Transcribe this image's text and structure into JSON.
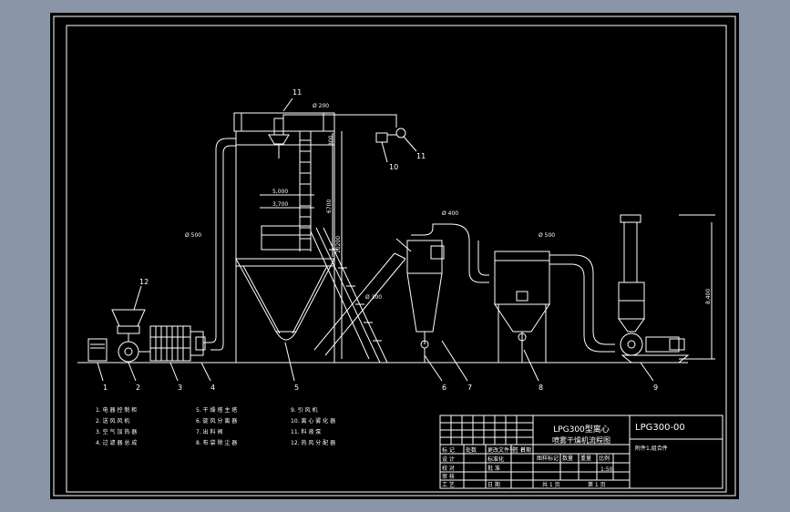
{
  "drawing": {
    "title_line1": "LPG300型离心",
    "title_line2": "喷雾干燥机流程图",
    "drawing_number": "LPG300-00",
    "note": "附件1,组合件"
  },
  "part_numbers": [
    "1",
    "2",
    "3",
    "4",
    "5",
    "6",
    "7",
    "8",
    "9",
    "10",
    "11",
    "11"
  ],
  "dimensions": {
    "d_main_duct": "Ø 500",
    "d_top": "Ø 200",
    "d_cyclone_in": "Ø 400",
    "d_filter_in": "Ø 500",
    "d_incline": "Ø 300",
    "h_tower": "5,000",
    "h_lower": "3,700",
    "v_side": "10200",
    "v_mid": "6700",
    "v_right": "8,400",
    "v_top": "800"
  },
  "legend": [
    "1. 电 器 控 制 柜",
    "2. 送 风 风 机",
    "3. 空 气 加 热 器",
    "4. 过 滤 器 总 成",
    "5. 干 燥 塔 主 塔",
    "6. 旋 风 分 离 器",
    "7. 出 料 阀",
    "8. 布 袋 除 尘 器",
    "9. 引 风 机",
    "10. 离 心 雾 化 器",
    "11. 料 液 泵",
    "12. 热 风 分 配 器"
  ],
  "title_block": {
    "row_labels": [
      "设 计",
      "校 对",
      "审 核",
      "工 艺"
    ],
    "header_labels": [
      "标 记",
      "处数",
      "更改文件号",
      "签 名",
      "日期"
    ],
    "col_labels": [
      "标准化",
      "批 准",
      "日 期"
    ],
    "meta_labels": [
      "图样标记",
      "数量",
      "重量",
      "比例"
    ],
    "meta_values": [
      "",
      "",
      "",
      "1:50"
    ],
    "sheet_labels": [
      "共 1 页",
      "第 1 页"
    ]
  },
  "colors": {
    "line": "#ffffff",
    "background": "#000000",
    "page": "#8a96a8"
  }
}
